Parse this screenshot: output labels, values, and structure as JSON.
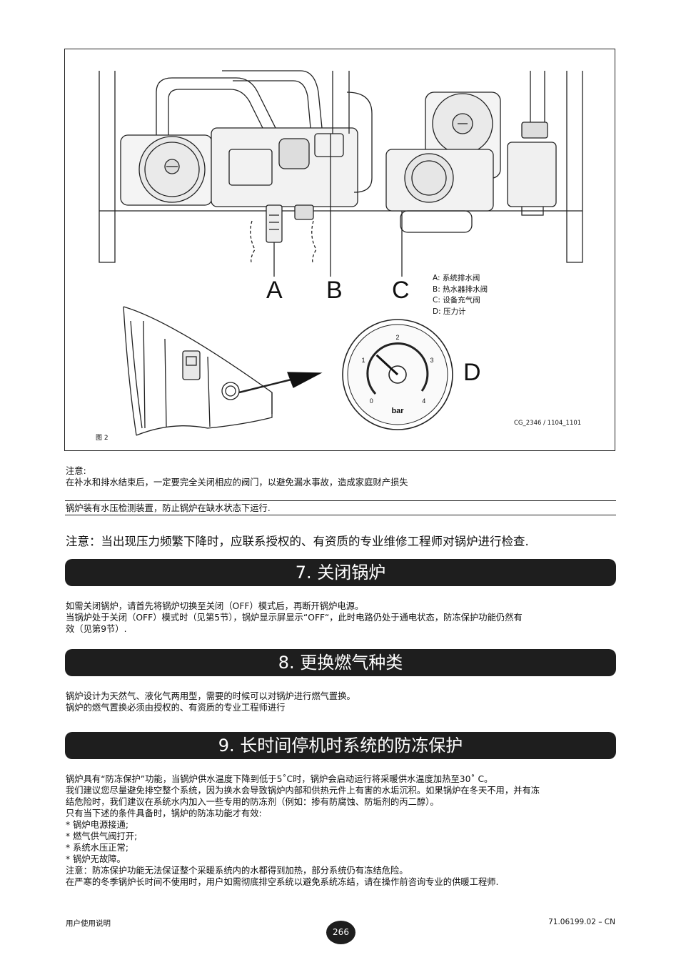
{
  "figure": {
    "label": "图 2",
    "code": "CG_2346 / 1104_1101",
    "callouts": [
      "A",
      "B",
      "C",
      "D"
    ],
    "legend": [
      "A: 系统排水阀",
      "B: 热水器排水阀",
      "C: 设备充气阀",
      "D: 压力计"
    ],
    "gauge": {
      "ticks": [
        "0",
        "1",
        "2",
        "3",
        "4"
      ],
      "unit": "bar",
      "reading": 1.3
    }
  },
  "note1": {
    "title": "注意:",
    "body": "在补水和排水结束后，一定要完全关闭相应的阀门，以避免漏水事故，造成家庭财产损失"
  },
  "boxed_note": "锅炉装有水压检测装置，防止锅炉在缺水状态下运行.",
  "notice": "注意：当出现压力频繁下降时，应联系授权的、有资质的专业维修工程师对锅炉进行检查.",
  "sections": [
    {
      "heading": "7. 关闭锅炉",
      "lines": [
        "如需关闭锅炉，请首先将锅炉切换至关闭（OFF）模式后，再断开锅炉电源。",
        "当锅炉处于关闭（OFF）模式时（见第5节），锅炉显示屏显示“OFF“，此时电路仍处于通电状态，防冻保护功能仍然有",
        "效（见第9节）."
      ]
    },
    {
      "heading": "8. 更换燃气种类",
      "lines": [
        "锅炉设计为天然气、液化气两用型，需要的时候可以对锅炉进行燃气置换。",
        "锅炉的燃气置换必须由授权的、有资质的专业工程师进行"
      ]
    },
    {
      "heading": "9. 长时间停机时系统的防冻保护",
      "lines": [
        "锅炉具有“防冻保护”功能，当锅炉供水温度下降到低于5˚C时，锅炉会启动运行将采暖供水温度加热至30˚ C。",
        "我们建议您尽量避免排空整个系统，因为换水会导致锅炉内部和供热元件上有害的水垢沉积。如果锅炉在冬天不用，并有冻",
        "结危险时，我们建议在系统水内加入一些专用的防冻剂（例如：掺有防腐蚀、防垢剂的丙二醇）。",
        "只有当下述的条件具备时，锅炉的防冻功能才有效:",
        "*   锅炉电源接通;",
        "*   燃气供气阀打开;",
        "*   系统水压正常;",
        "*   锅炉无故障。",
        "注意：防冻保护功能无法保证整个采暖系统内的水都得到加热，部分系统仍有冻结危险。",
        "在严寒的冬季锅炉长时间不使用时，用户如需彻底排空系统以避免系统冻结，请在操作前咨询专业的供暖工程师."
      ]
    }
  ],
  "footer": {
    "left": "用户使用说明",
    "page": "266",
    "right": "71.06199.02 – CN"
  }
}
